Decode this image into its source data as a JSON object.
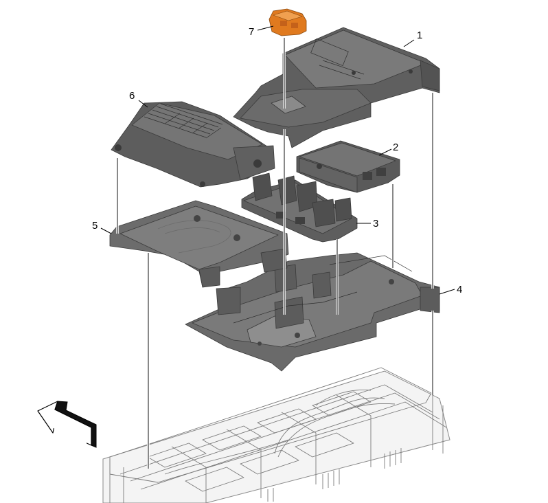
{
  "callouts": [
    {
      "id": "1",
      "label": "1"
    },
    {
      "id": "2",
      "label": "2"
    },
    {
      "id": "3",
      "label": "3"
    },
    {
      "id": "4",
      "label": "4"
    },
    {
      "id": "5",
      "label": "5"
    },
    {
      "id": "6",
      "label": "6"
    },
    {
      "id": "7",
      "label": "7"
    }
  ],
  "colors": {
    "part_dark": "#5a5a5a",
    "part_mid": "#6f6f6f",
    "part_light": "#8a8a8a",
    "highlight": "#e07a1f",
    "tray_fill": "#f2f2f2",
    "tray_line": "#8c8c8c"
  },
  "icons": {
    "direction_arrow": "front-direction-arrow-icon"
  }
}
